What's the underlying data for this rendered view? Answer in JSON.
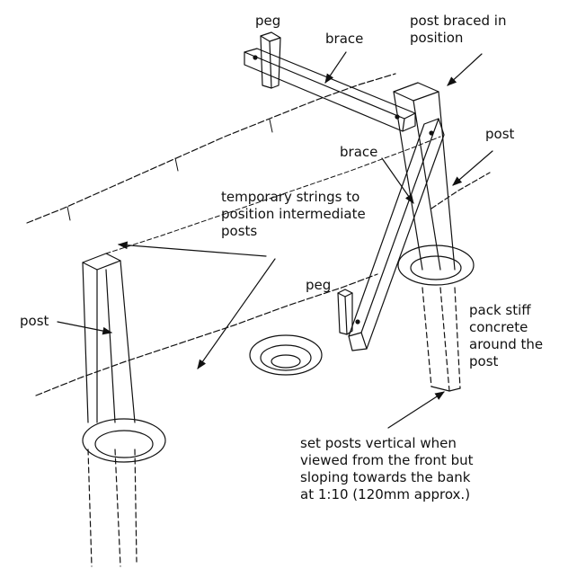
{
  "labels": {
    "peg_top": "peg",
    "brace_top": "brace",
    "post_braced": "post braced in\nposition",
    "post_right": "post",
    "brace_mid": "brace",
    "temp_strings": "temporary strings to\nposition intermediate\nposts",
    "post_left": "post",
    "peg_mid": "peg",
    "pack_concrete": "pack stiff\nconcrete\naround the\npost",
    "set_posts": "set posts vertical when\nviewed from the front but\nsloping towards the bank\nat 1:10 (120mm approx.)"
  },
  "colors": {
    "ink": "#111111",
    "background": "#ffffff"
  }
}
